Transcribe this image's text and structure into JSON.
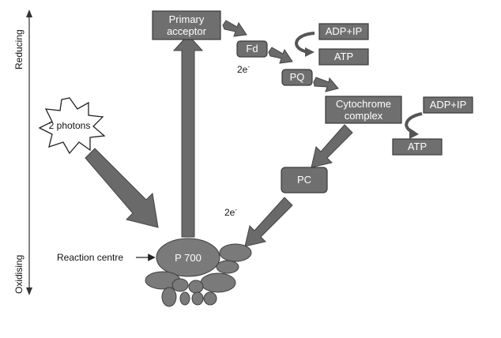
{
  "axis": {
    "top_label": "Reducing",
    "bottom_label": "Oxidising"
  },
  "nodes": {
    "primary_acceptor_line1": "Primary",
    "primary_acceptor_line2": "acceptor",
    "fd": "Fd",
    "pq": "PQ",
    "cytochrome_line1": "Cytochrome",
    "cytochrome_line2": "complex",
    "pc": "PC",
    "p700": "P 700",
    "atp_top": "ATP",
    "adp_top": "ADP+IP",
    "atp_right": "ATP",
    "adp_right": "ADP+IP"
  },
  "labels": {
    "photons": "2 photons",
    "electrons_top": "2e",
    "electrons_top_sup": "-",
    "electrons_mid": "2e",
    "electrons_mid_sup": "-",
    "reaction_centre": "Reaction centre"
  },
  "colors": {
    "box_fill": "#6f6f6f",
    "box_stroke": "#3a3a3a",
    "arrow_fill": "#6a6a6a",
    "blob_fill": "#7a7a7a"
  }
}
